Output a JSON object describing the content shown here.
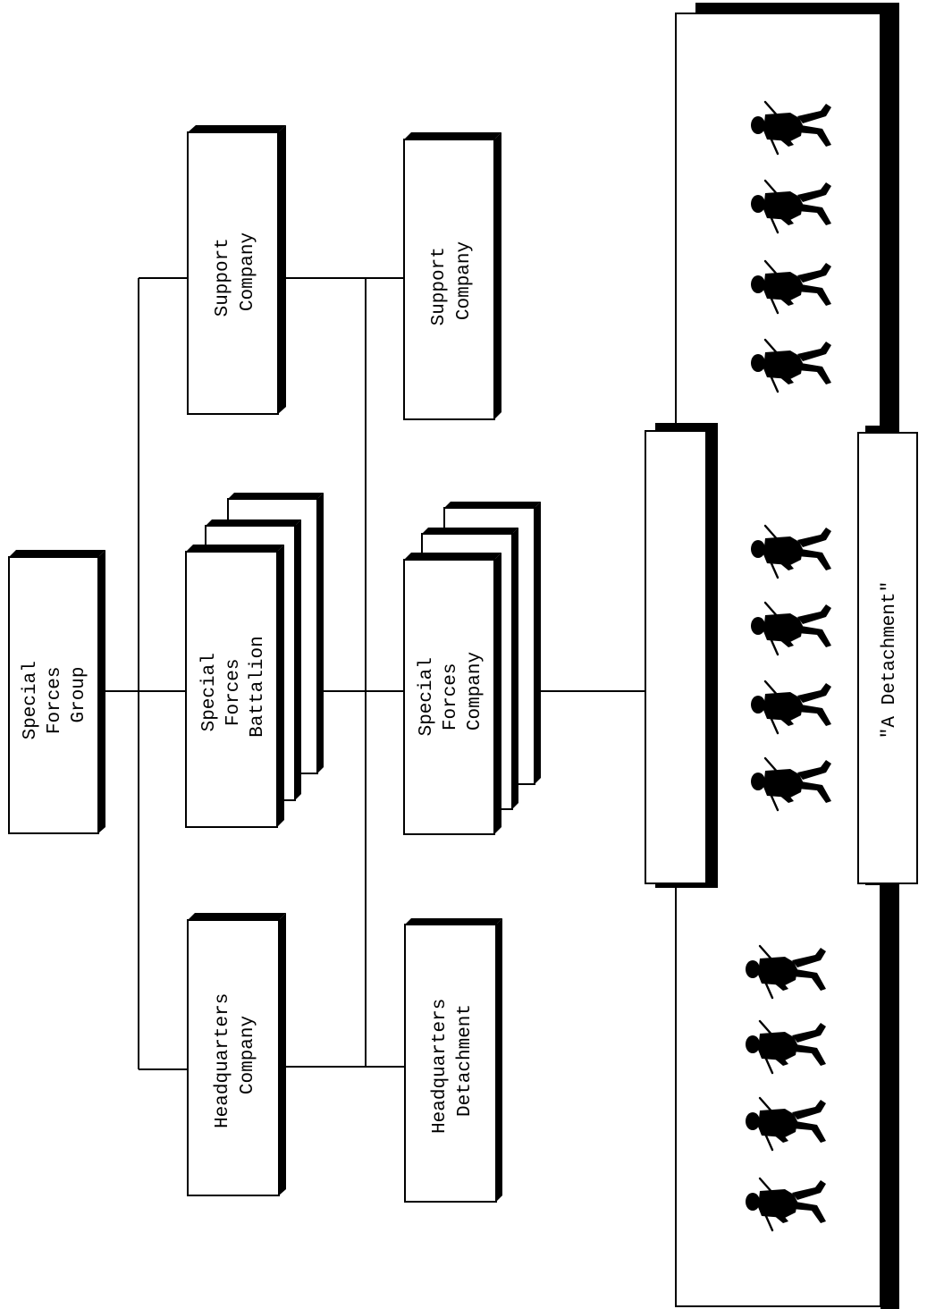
{
  "diagram": {
    "type": "organization-chart",
    "boxes": {
      "sf_group": {
        "lines": [
          "Special",
          "Forces",
          "Group"
        ]
      },
      "hq_company": {
        "lines": [
          "Headquarters",
          "Company"
        ]
      },
      "sf_battalion": {
        "lines": [
          "Special",
          "Forces",
          "Battalion"
        ],
        "stacked": 3
      },
      "support_company_1": {
        "lines": [
          "Support",
          "Company"
        ]
      },
      "hq_detachment": {
        "lines": [
          "Headquarters",
          "Detachment"
        ]
      },
      "sf_company": {
        "lines": [
          "Special",
          "Forces",
          "Company"
        ],
        "stacked": 3
      },
      "support_company_2": {
        "lines": [
          "Support",
          "Company"
        ]
      },
      "a_detachment": {
        "label": "\"A Detachment\""
      }
    },
    "soldiers": {
      "count": 12,
      "groups": [
        4,
        4,
        4
      ],
      "icon": "soldier-silhouette-icon"
    },
    "colors": {
      "ink": "#000000",
      "paper": "#ffffff"
    }
  }
}
